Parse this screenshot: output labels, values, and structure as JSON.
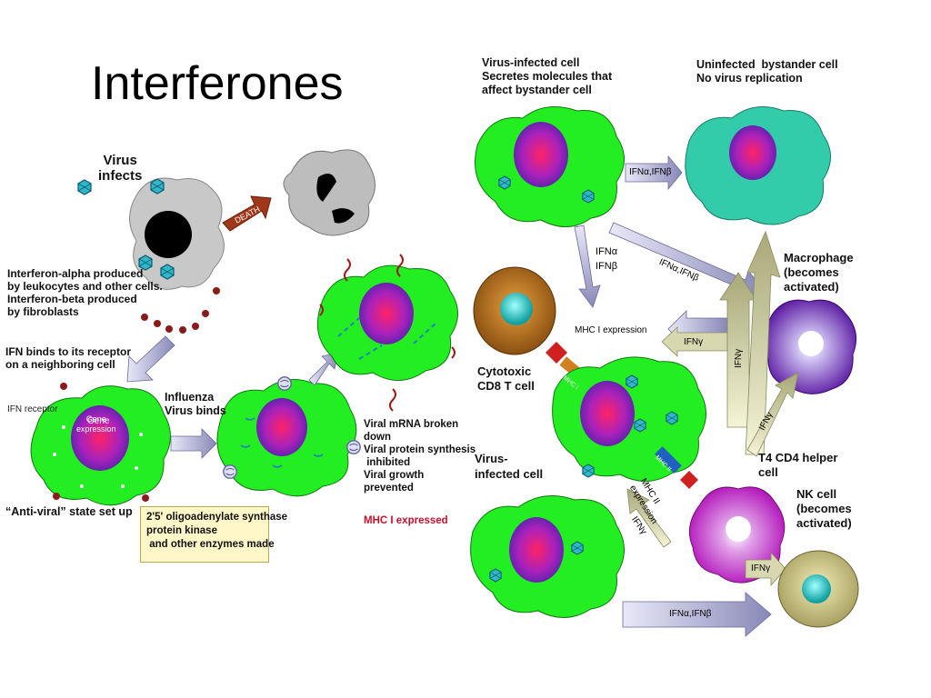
{
  "slide": {
    "title": "Interferones"
  },
  "left_panel": {
    "virus_infects": "Virus\ninfects",
    "death": "DEATH",
    "ifn_produced": "Interferon-alpha produced\nby leukocytes and other cells.\nInterferon-beta produced\nby fibroblasts",
    "ifn_binds": "IFN binds to its receptor\non a neighboring cell",
    "ifn_receptor": "IFN receptor",
    "gene_expression": "Gene\nexpression",
    "influenza": "Influenza\nVirus binds",
    "antiviral": "“Anti-viral” state set up",
    "enzymes": "2'5' oligoadenylate synthase\nprotein kinase\n and other enzymes made",
    "viral_effects": "Viral mRNA broken\ndown\nViral protein synthesis\n inhibited\nViral growth\nprevented",
    "mhc_expressed": "MHC I expressed"
  },
  "right_panel": {
    "virus_infected_secretes": "Virus-infected cell\nSecretes molecules that\naffect bystander cell",
    "uninfected_bystander": "Uninfected  bystander cell\nNo virus replication",
    "ifn_ab_1": "IFNα,IFNβ",
    "ifn_ab_2": "IFNα,IFNβ",
    "ifn_a": "IFNα",
    "ifn_b": "IFNβ",
    "macrophage": "Macrophage\n(becomes\nactivated)",
    "mhc_i_expression": "MHC I expression",
    "ifn_gamma_1": "IFNγ",
    "ifn_gamma_2": "IFNγ",
    "ifn_gamma_3": "IFNγ",
    "ifn_gamma_4": "IFNγ",
    "ifn_gamma_5": "IFNγ",
    "cytotoxic": "Cytotoxic\nCD8 T cell",
    "mhc_tag": "MHC I",
    "mhc_tag_2": "MHC II",
    "mhc_ii_expression": "MHC II\nexpression",
    "virus_infected_cell": "Virus-\ninfected cell",
    "t4_helper": "T4 CD4 helper\ncell",
    "nk_cell": "NK cell\n(becomes\nactivated)",
    "ifn_ab_bottom": "IFNα,IFNβ"
  },
  "colors": {
    "infected_cell": "#22ee22",
    "nucleus": "#8822cc",
    "bystander": "#33ccaa",
    "macrophage": "#6a1aa8",
    "nk": "#c020c0",
    "cd8_outer": "#b87010",
    "nk_target": "#c8c07a",
    "arrow": "#a8a8d0",
    "arrow_green": "#c8c890",
    "ifn_dot": "#8b1a1a"
  }
}
